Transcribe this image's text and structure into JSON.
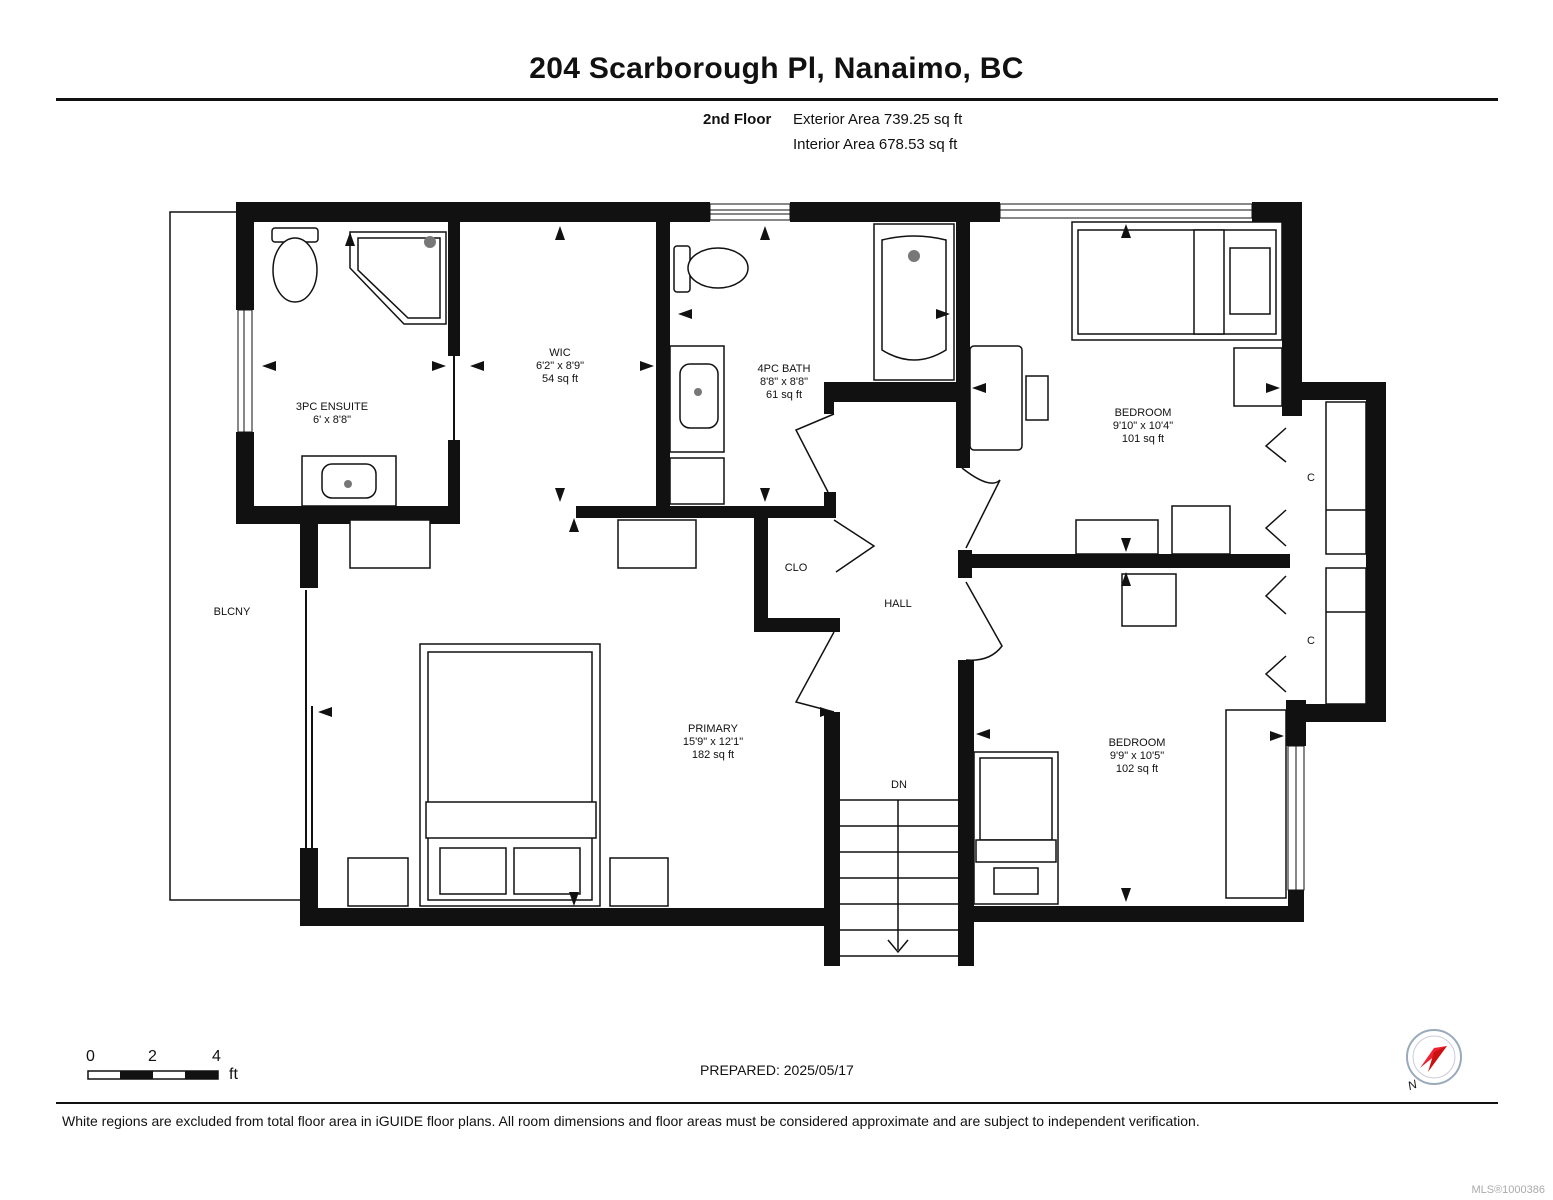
{
  "header": {
    "title": "204 Scarborough Pl, Nanaimo, BC",
    "floor": "2nd Floor",
    "exterior_area": "Exterior Area 739.25 sq ft",
    "interior_area": "Interior Area 678.53 sq ft"
  },
  "rooms": {
    "ensuite": {
      "name": "3PC ENSUITE",
      "dims": "6' x 8'8\""
    },
    "wic": {
      "name": "WIC",
      "dims": "6'2\" x 8'9\"",
      "area": "54 sq ft"
    },
    "bath": {
      "name": "4PC BATH",
      "dims": "8'8\" x 8'8\"",
      "area": "61 sq ft"
    },
    "bedroom1": {
      "name": "BEDROOM",
      "dims": "9'10\" x 10'4\"",
      "area": "101 sq ft"
    },
    "bedroom2": {
      "name": "BEDROOM",
      "dims": "9'9\" x 10'5\"",
      "area": "102 sq ft"
    },
    "primary": {
      "name": "PRIMARY",
      "dims": "15'9\" x 12'1\"",
      "area": "182 sq ft"
    },
    "clo": {
      "name": "CLO"
    },
    "hall": {
      "name": "HALL"
    },
    "balcony": {
      "name": "BLCNY"
    },
    "closet1": {
      "name": "C"
    },
    "closet2": {
      "name": "C"
    },
    "stairs": {
      "name": "DN"
    }
  },
  "scale": {
    "labels": [
      "0",
      "2",
      "4"
    ],
    "unit": "ft"
  },
  "compass": {
    "label": "N",
    "icon": "compass-icon"
  },
  "prepared": "PREPARED: 2025/05/17",
  "disclaimer": "White regions are excluded from total floor area in iGUIDE floor plans. All room dimensions and floor areas must be considered approximate and are subject to independent verification.",
  "watermark": "MLS®1000386"
}
